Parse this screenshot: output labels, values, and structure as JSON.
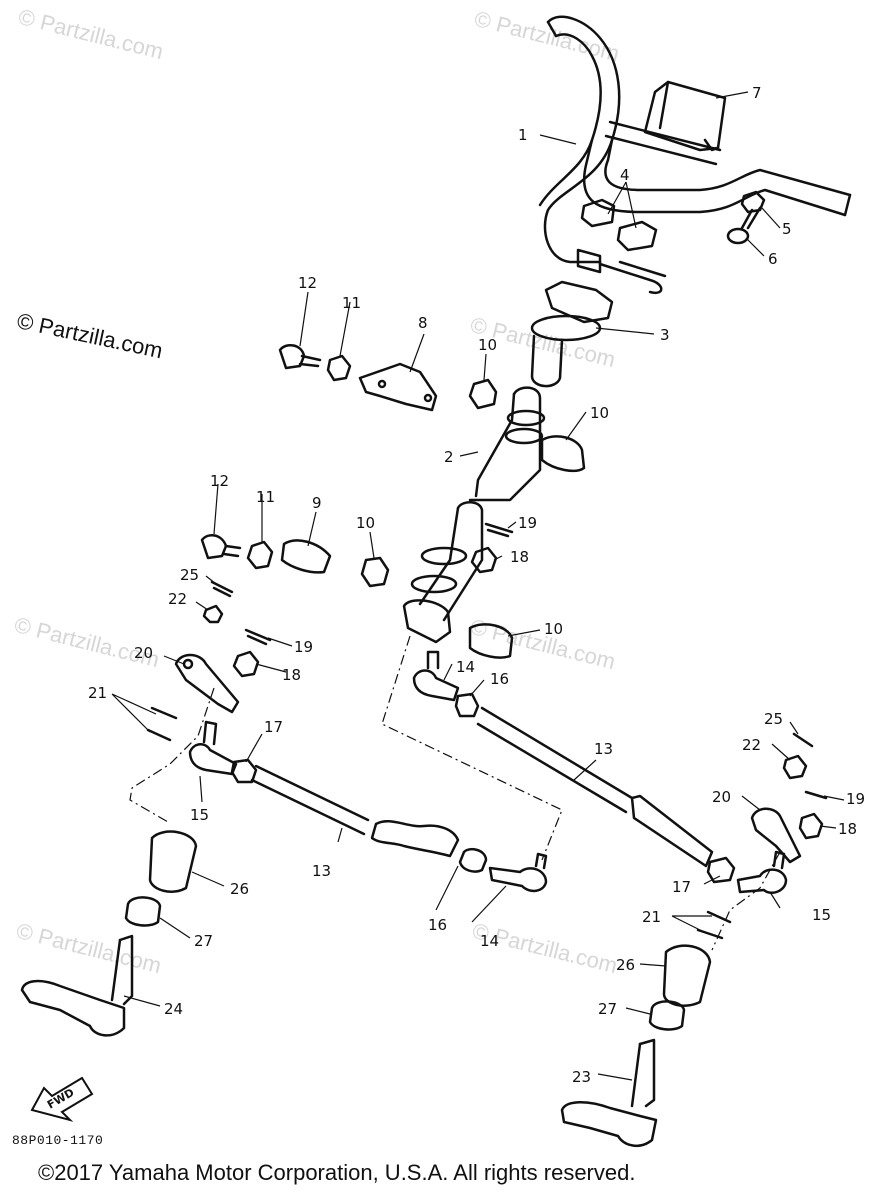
{
  "watermark_text": "© Partzilla.com",
  "diagram_code": "88P010-1170",
  "copyright": "©2017  Yamaha Motor Corporation, U.S.A. All rights reserved.",
  "fwd_label": "FWD",
  "callouts": [
    "1",
    "2",
    "3",
    "4",
    "5",
    "6",
    "7",
    "8",
    "9",
    "10",
    "10",
    "10",
    "10",
    "11",
    "11",
    "12",
    "12",
    "13",
    "13",
    "14",
    "14",
    "15",
    "15",
    "16",
    "16",
    "17",
    "17",
    "18",
    "18",
    "18",
    "19",
    "19",
    "19",
    "20",
    "20",
    "21",
    "21",
    "22",
    "22",
    "23",
    "24",
    "25",
    "25",
    "26",
    "26",
    "27",
    "27"
  ]
}
